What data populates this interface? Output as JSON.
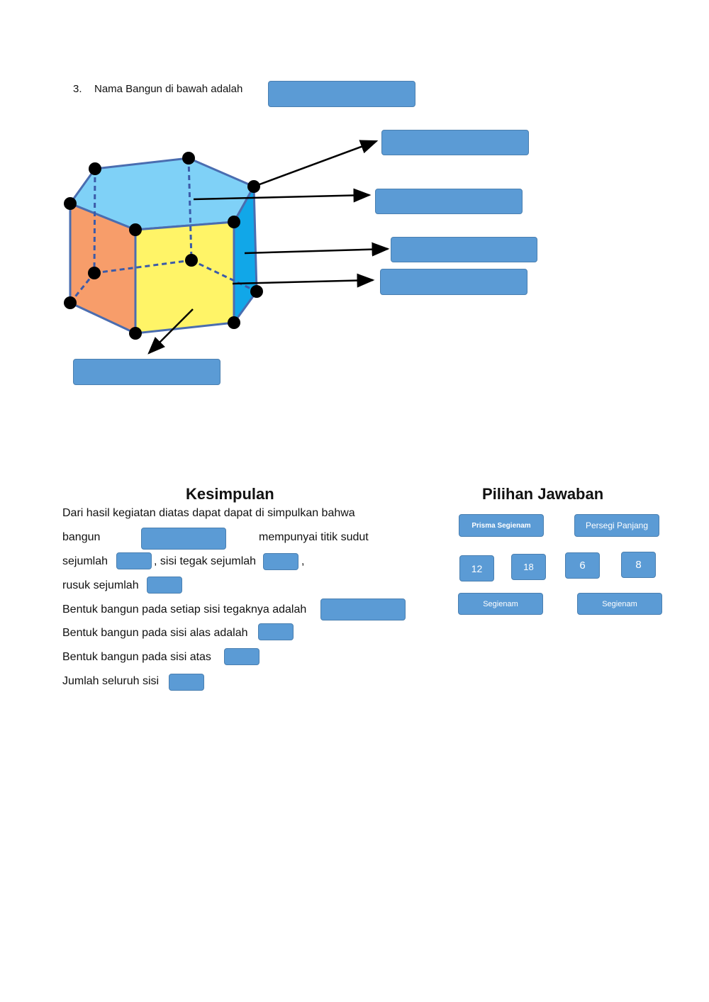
{
  "question": {
    "number": "3.",
    "text": "Nama Bangun di bawah adalah"
  },
  "colors": {
    "blank_fill": "#5b9bd5",
    "blank_border": "#4a7fb0",
    "top_face": "#7fd1f7",
    "left_face": "#f79d6a",
    "front_face": "#fff467",
    "right_face": "#11a7e8",
    "vertex": "#000000"
  },
  "conclusion": {
    "heading": "Kesimpulan",
    "line1": "Dari hasil kegiatan diatas dapat dapat di simpulkan bahwa",
    "line2_a": "bangun",
    "line2_b": "mempunyai titik sudut",
    "line3_a": "sejumlah",
    "line3_b": ", sisi tegak sejumlah",
    "line3_c": ",",
    "line4": "rusuk sejumlah",
    "line5": "Bentuk bangun pada setiap sisi tegaknya adalah",
    "line6": "Bentuk bangun pada sisi alas adalah",
    "line7": "Bentuk bangun pada sisi atas",
    "line8": "Jumlah seluruh sisi"
  },
  "answers": {
    "heading": "Pilihan Jawaban",
    "options": [
      "Prisma Segienam",
      "Persegi Panjang",
      "12",
      "18",
      "6",
      "8",
      "Segienam",
      "Segienam"
    ]
  }
}
